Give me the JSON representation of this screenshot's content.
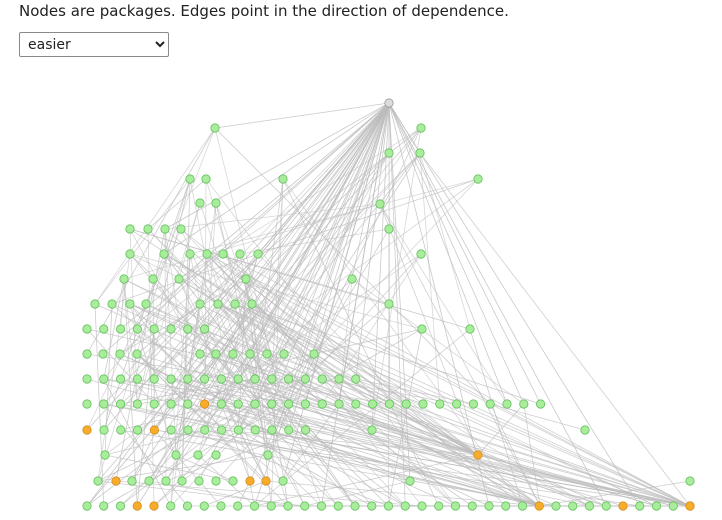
{
  "caption": "Nodes are packages. Edges point in the direction of dependence.",
  "selector": {
    "selected": "easier",
    "options": [
      "easier"
    ]
  },
  "graph": {
    "colors": {
      "normal": "#a8ec9c",
      "normal_stroke": "#62c15a",
      "highlight": "#f7ad2b",
      "highlight_stroke": "#d58d17",
      "root": "#dcdcdc",
      "root_stroke": "#9a9a9a",
      "edge": "#bcbcbc"
    }
  }
}
